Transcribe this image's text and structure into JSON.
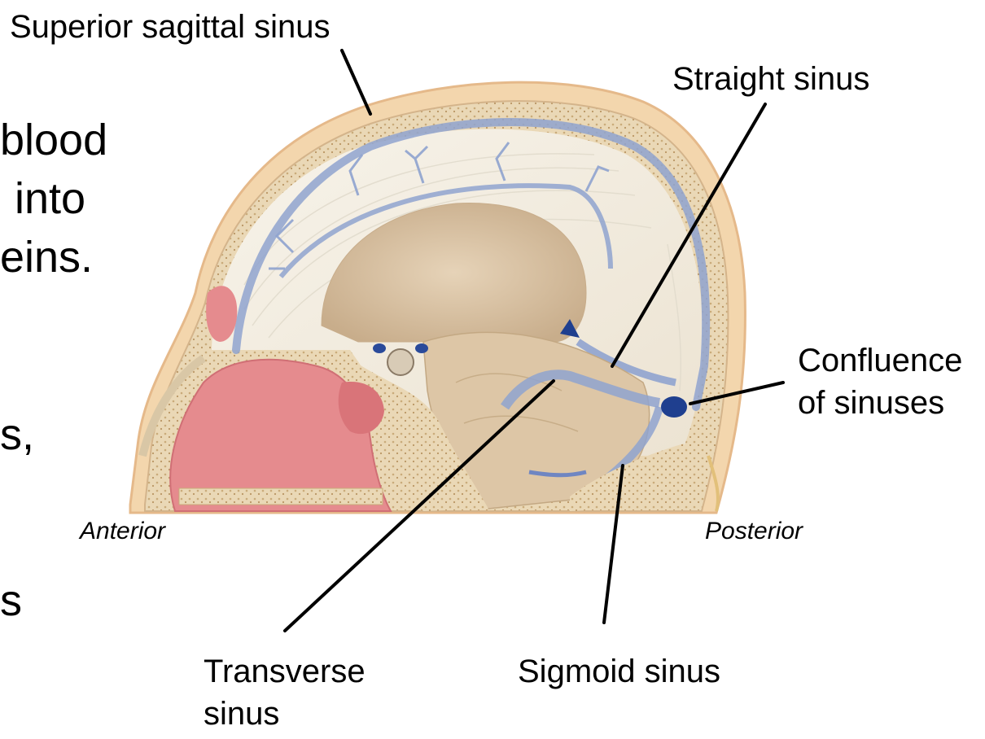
{
  "slide_text_fragments": [
    "blood",
    "into",
    "eins.",
    "s,",
    "s"
  ],
  "labels": {
    "superior_sagittal_sinus": "Superior sagittal sinus",
    "straight_sinus": "Straight sinus",
    "confluence_line1": "Confluence",
    "confluence_line2": "of sinuses",
    "transverse_line1": "Transverse",
    "transverse_line2": "sinus",
    "sigmoid_sinus": "Sigmoid sinus"
  },
  "orientation": {
    "anterior": "Anterior",
    "posterior": "Posterior"
  },
  "colors": {
    "skin": "#f3d6ad",
    "skull": "#ead8b6",
    "brain_white": "#f6f1e6",
    "brain_core": "#d9c2a3",
    "sinus_blue": "#8fa3cf",
    "dark_blue": "#1f3f8f",
    "nasal_pink": "#e58b8e",
    "bone_speckle": "#c9ab7a",
    "leader_line": "#000000"
  }
}
